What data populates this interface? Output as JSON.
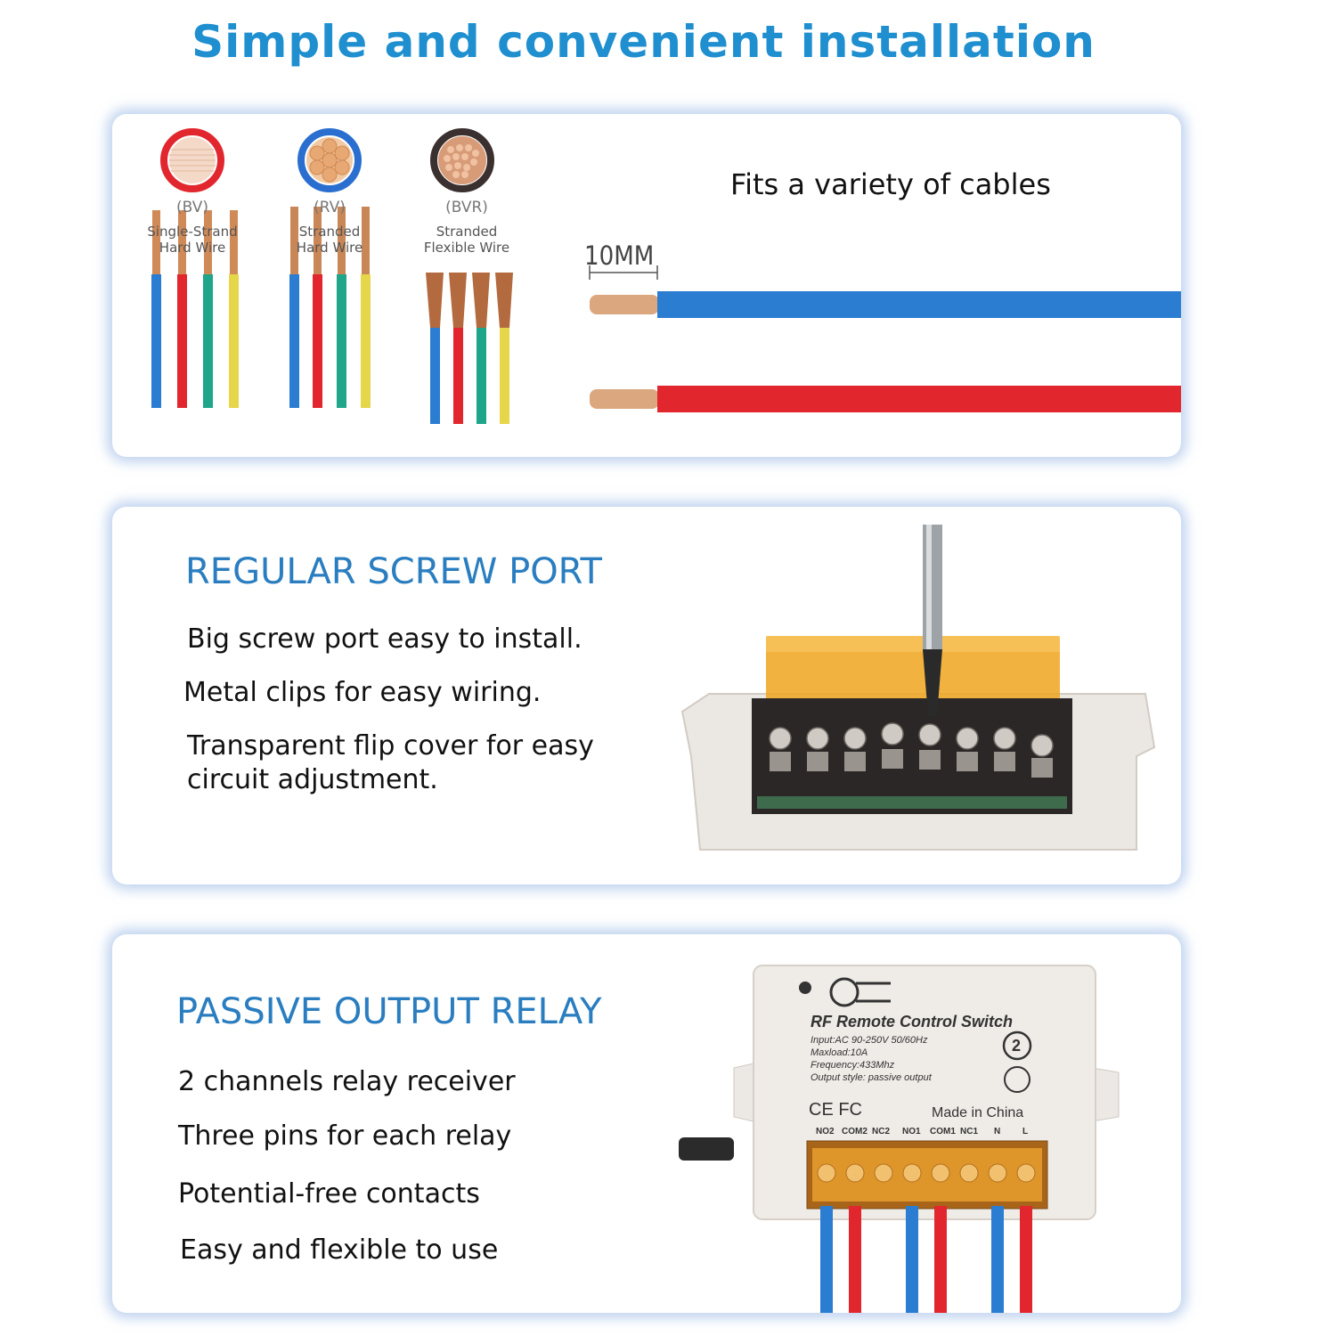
{
  "header": {
    "title": "Simple and convenient installation"
  },
  "cables": {
    "types": [
      {
        "code": "(BV)",
        "name_line1": "Single-Strand",
        "name_line2": "Hard Wire"
      },
      {
        "code": "(RV)",
        "name_line1": "Stranded",
        "name_line2": "Hard Wire"
      },
      {
        "code": "(BVR)",
        "name_line1": "Stranded",
        "name_line2": "Flexible Wire"
      }
    ],
    "fits_label": "Fits a variety of cables",
    "strip_length": "10MM"
  },
  "screw_port": {
    "heading": "REGULAR SCREW PORT",
    "features": [
      "Big screw port easy to install.",
      "Metal clips for easy wiring.",
      "Transparent flip cover for easy",
      "circuit adjustment."
    ]
  },
  "relay": {
    "heading": "PASSIVE OUTPUT RELAY",
    "features": [
      "2 channels relay receiver",
      "Three pins for each relay",
      "Potential-free contacts",
      "Easy and flexible to use"
    ],
    "device": {
      "title": "RF Remote Control Switch",
      "spec_input": "Input:AC 90-250V 50/60Hz",
      "spec_maxload": "Maxload:10A",
      "spec_frequency": "Frequency:433Mhz",
      "spec_output": "Output style: passive output",
      "made_in": "Made in China",
      "channels_badge": "2",
      "cert_text": "CE FC",
      "terminals": [
        "NO2",
        "COM2",
        "NC2",
        "NO1",
        "COM1",
        "NC1",
        "N",
        "L"
      ]
    }
  },
  "colors": {
    "title_blue": "#1f8fcf",
    "heading_blue": "#2a7ec0",
    "wire_blue": "#2a7dd1",
    "wire_red": "#e2262e",
    "wire_green": "#1fa58a",
    "wire_yellow": "#e6d64a",
    "copper": "#c9875a"
  }
}
